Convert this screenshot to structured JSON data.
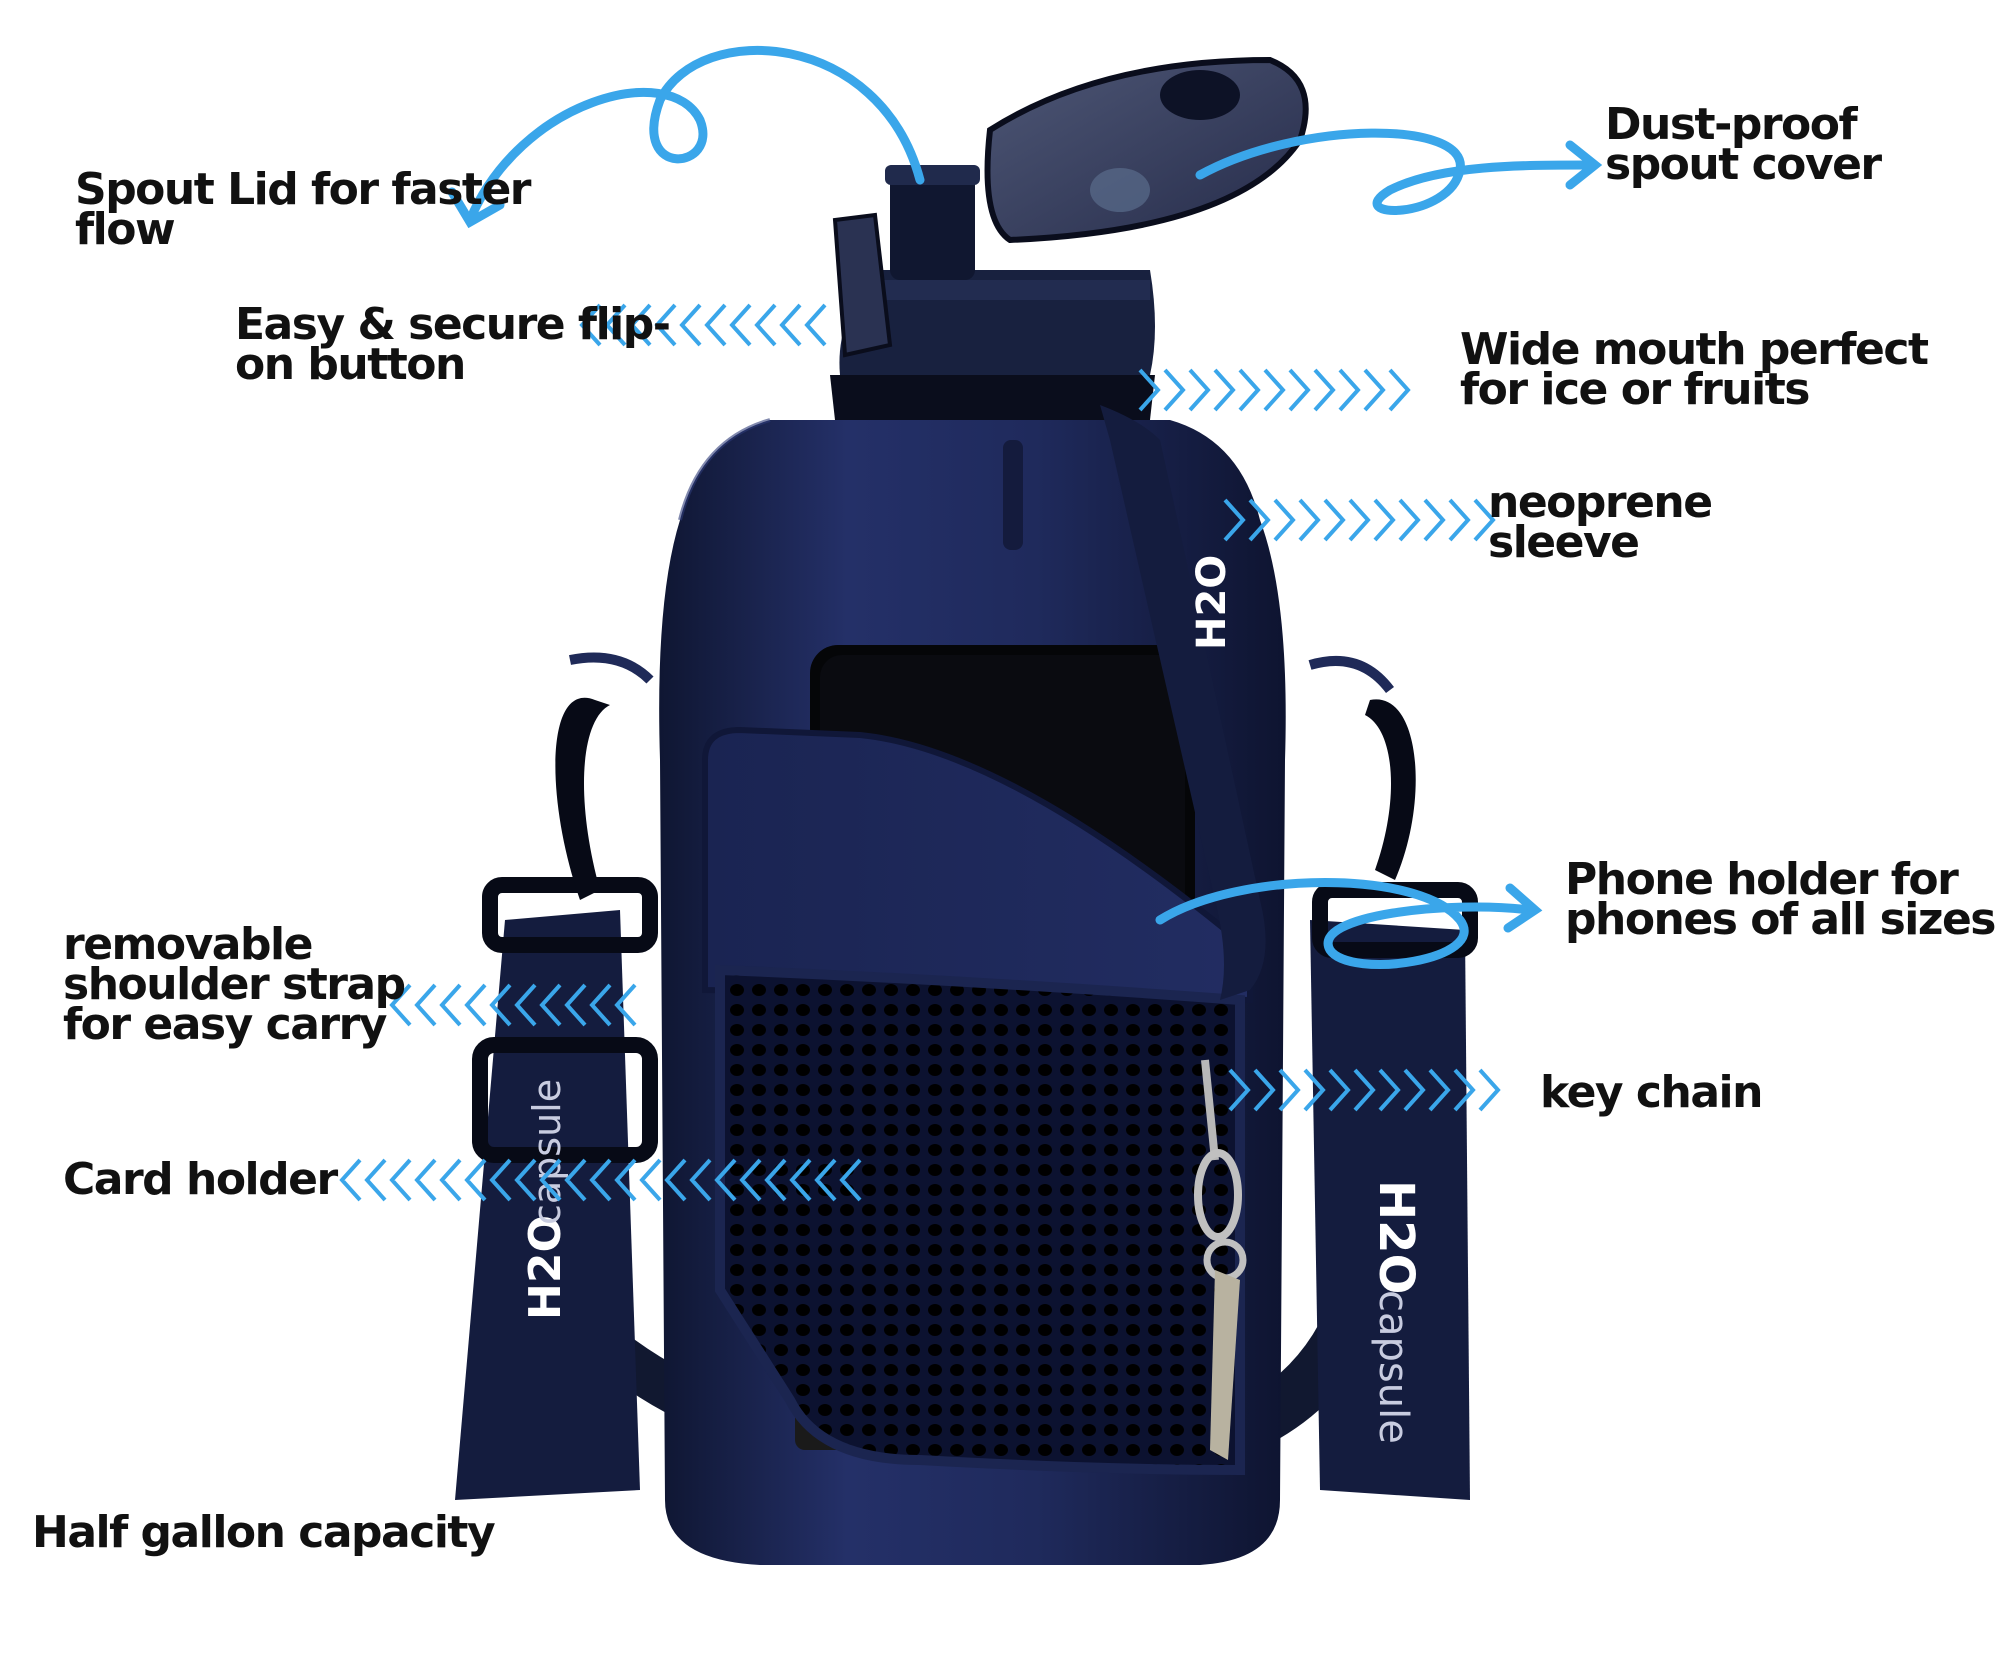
{
  "colors": {
    "accent": "#3aa6ea",
    "bottle_navy": "#1c2650",
    "bottle_dark": "#111935",
    "lid_dark": "#18213f",
    "label_text": "#111111"
  },
  "brand": {
    "logo_text": "H2O",
    "brand_word": "capsule"
  },
  "callouts": {
    "spout_lid": {
      "line1": "Spout Lid for faster",
      "line2": "flow"
    },
    "flip_button": {
      "line1": "Easy & secure flip-",
      "line2": "on button"
    },
    "dust_cover": {
      "line1": "Dust-proof",
      "line2": "spout cover"
    },
    "wide_mouth": {
      "line1": "Wide mouth perfect",
      "line2": "for ice or fruits"
    },
    "sleeve": {
      "line1": "neoprene",
      "line2": "sleeve"
    },
    "phone_holder": {
      "line1": "Phone holder for",
      "line2": "phones of all sizes"
    },
    "shoulder_strap": {
      "line1": "removable",
      "line2": "shoulder strap",
      "line3": "for easy carry"
    },
    "key_chain": {
      "line1": "key chain"
    },
    "card_holder": {
      "line1": "Card holder"
    },
    "capacity": {
      "line1": "Half gallon capacity"
    }
  }
}
